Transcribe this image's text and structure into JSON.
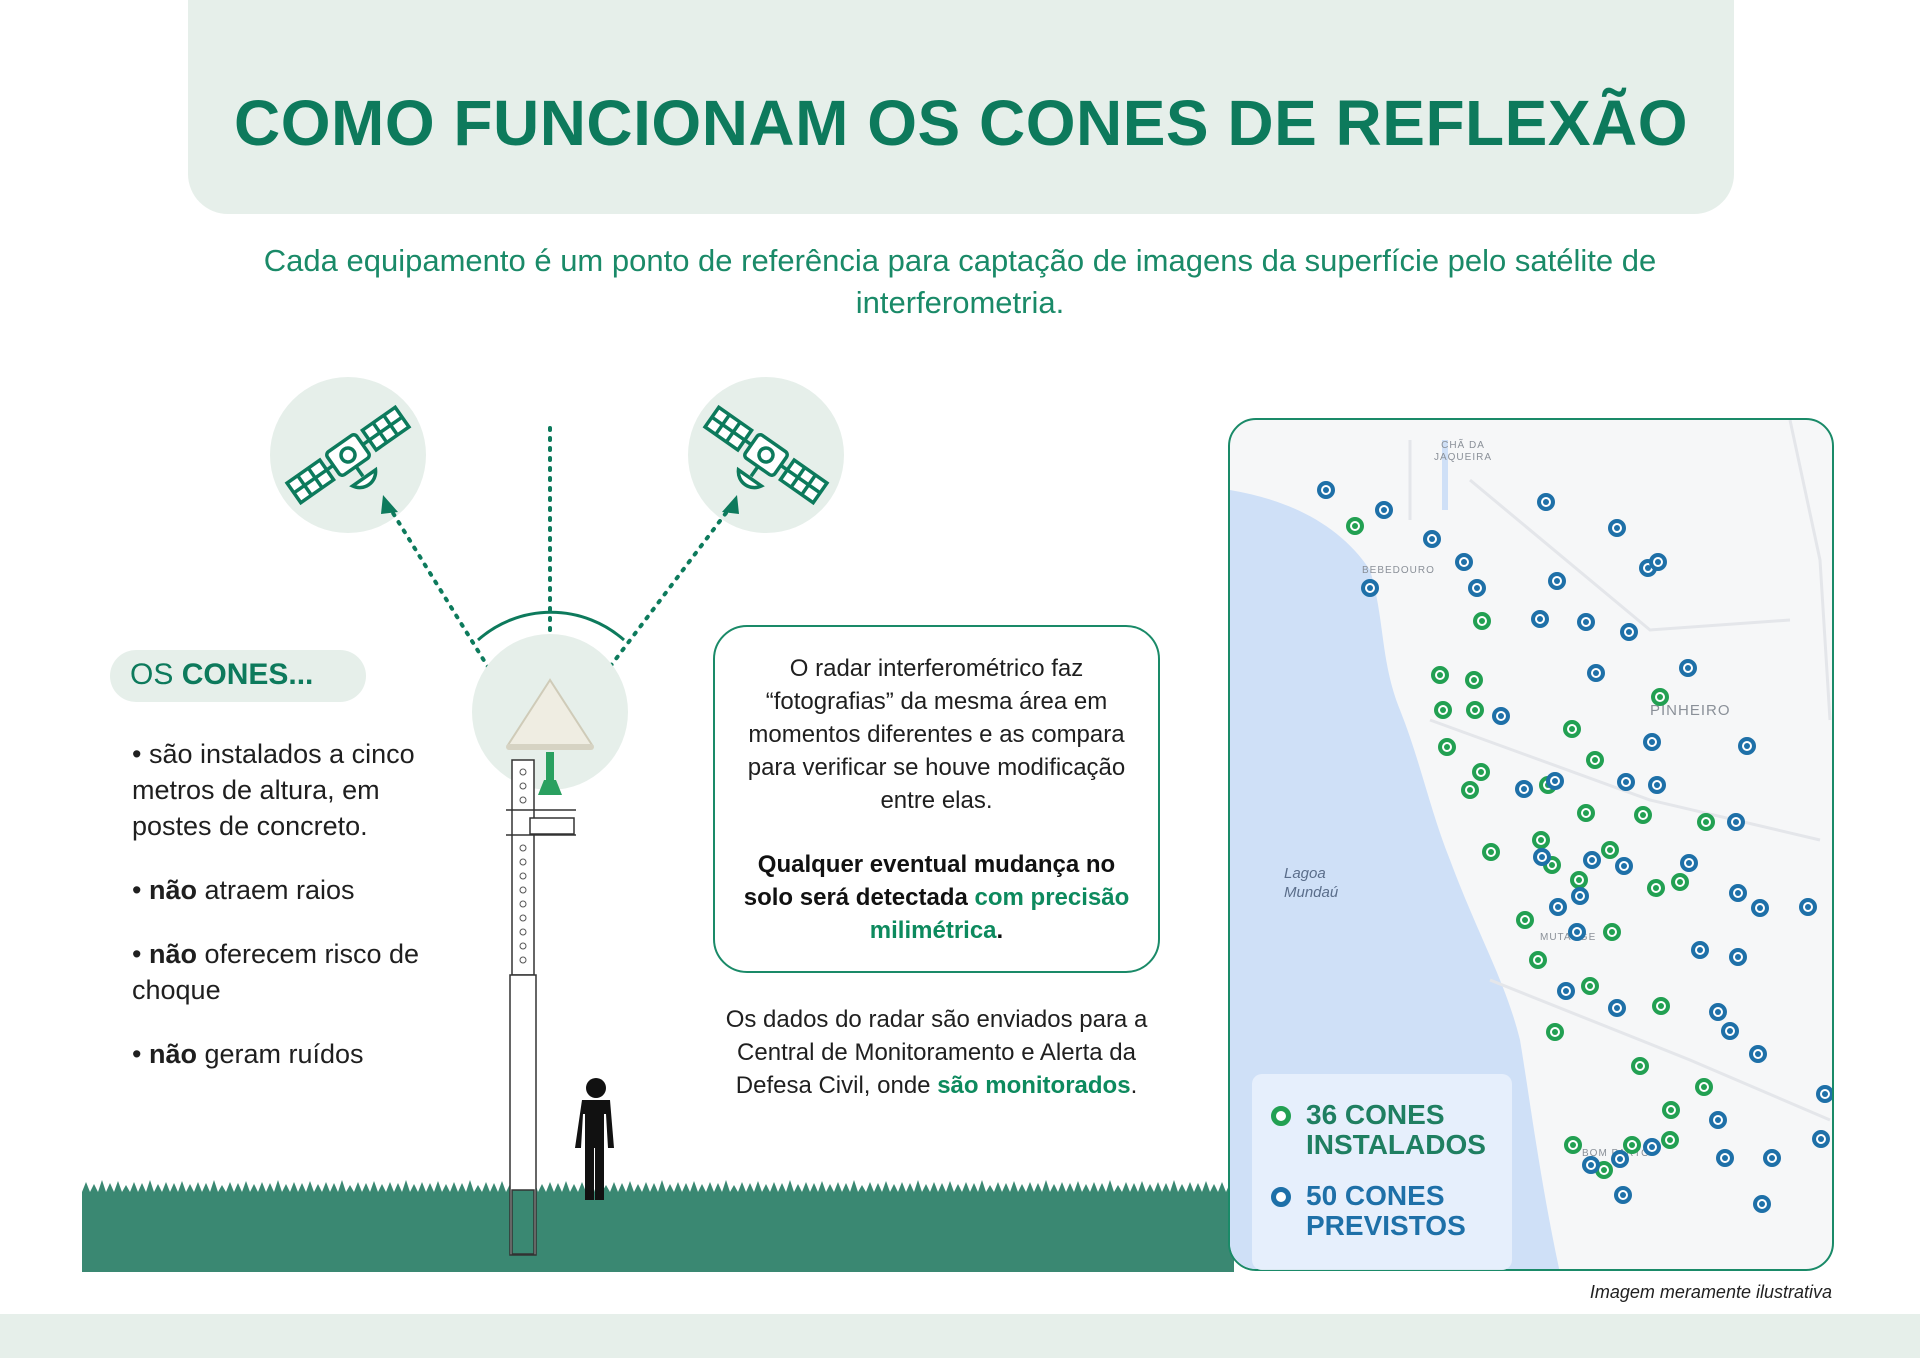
{
  "header": {
    "title_regular": "COMO FUNCIONAM OS ",
    "title_bold": "CONES DE REFLEXÃO"
  },
  "subtitle": "Cada equipamento é um ponto de referência para captação de imagens da superfície pelo satélite de interferometria.",
  "cones_panel": {
    "pill_regular": "OS ",
    "pill_bold": "CONES...",
    "bullets": [
      {
        "prefix": "• ",
        "bold": "",
        "text": "são instalados a cinco metros de altura, em postes de concreto."
      },
      {
        "prefix": "• ",
        "bold": "não",
        "text": " atraem raios"
      },
      {
        "prefix": "• ",
        "bold": "não",
        "text": " oferecem risco de choque"
      },
      {
        "prefix": "• ",
        "bold": "não",
        "text": " geram ruídos"
      }
    ]
  },
  "radar_box": {
    "text": "O radar interferométrico faz “fotografias” da mesma área em momentos diferentes e as compara para verificar se houve modificação entre elas.",
    "strong_part1": "Qualquer eventual mudança no solo será detectada ",
    "strong_part2": "com precisão milimétrica",
    "strong_end": "."
  },
  "data_note": {
    "text": "Os dados do radar são enviados para a Central de Monitoramento e Alerta da Defesa Civil, onde ",
    "highlight": "são monitorados",
    "end": "."
  },
  "map": {
    "labels": {
      "cha_da_jaqueira_1": "CHÃ DA",
      "cha_da_jaqueira_2": "JAQUEIRA",
      "bebedouro": "BEBEDOURO",
      "pinheiro": "PINHEIRO",
      "lagoa_1": "Lagoa",
      "lagoa_2": "Mundaú",
      "mutange": "MUTANGE",
      "bom_parto": "BOM PARTO"
    },
    "legend": [
      {
        "line1": "36 CONES",
        "line2": "INSTALADOS",
        "color": "#22a052"
      },
      {
        "line1": "50 CONES",
        "line2": "PREVISTOS",
        "color": "#1e70a8"
      }
    ],
    "installed_count": 36,
    "planned_count": 50
  },
  "caption": "Imagem meramente ilustrativa",
  "colors": {
    "brand_green": "#0d7a5c",
    "installed_green": "#22a052",
    "planned_blue": "#1e70a8",
    "water": "#cfe0f7",
    "grass": "#3a8872"
  }
}
